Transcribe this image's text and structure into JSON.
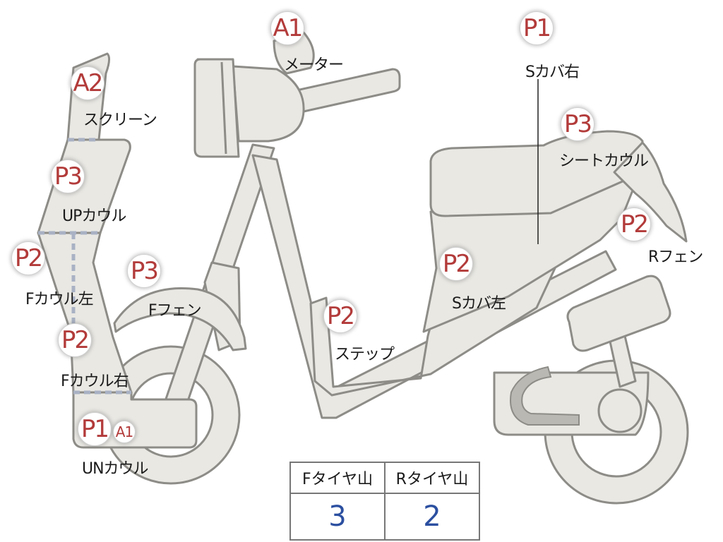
{
  "parts": [
    {
      "id": "meter",
      "grade": "A1",
      "label": "メーター"
    },
    {
      "id": "s-cover-right",
      "grade": "P1",
      "label": "Sカバ右"
    },
    {
      "id": "screen",
      "grade": "A2",
      "label": "スクリーン"
    },
    {
      "id": "seat-cowl",
      "grade": "P3",
      "label": "シートカウル"
    },
    {
      "id": "up-cowl",
      "grade": "P3",
      "label": "UPカウル"
    },
    {
      "id": "r-fender",
      "grade": "P2",
      "label": "Rフェン"
    },
    {
      "id": "f-cowl-left",
      "grade": "P2",
      "label": "Fカウル左"
    },
    {
      "id": "f-fender",
      "grade": "P3",
      "label": "Fフェン"
    },
    {
      "id": "s-cover-left",
      "grade": "P2",
      "label": "Sカバ左"
    },
    {
      "id": "step",
      "grade": "P2",
      "label": "ステップ"
    },
    {
      "id": "f-cowl-right",
      "grade": "P2",
      "label": "Fカウル右"
    },
    {
      "id": "un-cowl",
      "grade": "P1",
      "grade2": "A1",
      "label": "UNカウル"
    }
  ],
  "tire_table": {
    "headers": [
      "Fタイヤ山",
      "Rタイヤ山"
    ],
    "values": [
      "3",
      "2"
    ]
  }
}
